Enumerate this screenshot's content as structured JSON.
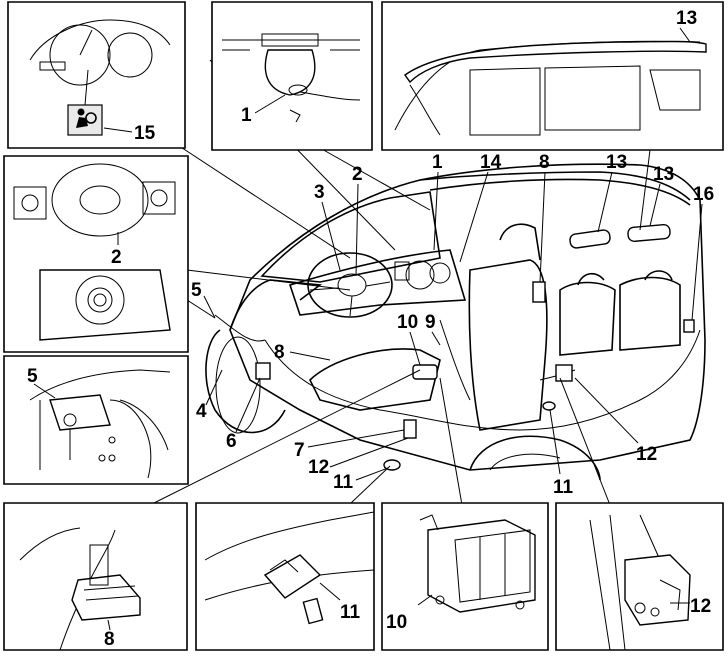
{
  "callouts": {
    "inset_dash": "15",
    "inset_roof_1": "1",
    "inset_curtain": "13",
    "inset_wheel": "2",
    "inset_front_sensor": "5",
    "inset_seat": "8",
    "inset_floor": "11",
    "inset_ecu": "10",
    "inset_pillar": "12",
    "main_1": "1",
    "main_2": "2",
    "main_3": "3",
    "main_4": "4",
    "main_5": "5",
    "main_6": "6",
    "main_7": "7",
    "main_8a": "8",
    "main_8b": "8",
    "main_9": "9",
    "main_10": "10",
    "main_11a": "11",
    "main_11b": "11",
    "main_12a": "12",
    "main_12b": "12",
    "main_13a": "13",
    "main_13b": "13",
    "main_14": "14",
    "main_16": "16"
  },
  "icons": {
    "airbag_warning": "airbag-warning-icon"
  }
}
